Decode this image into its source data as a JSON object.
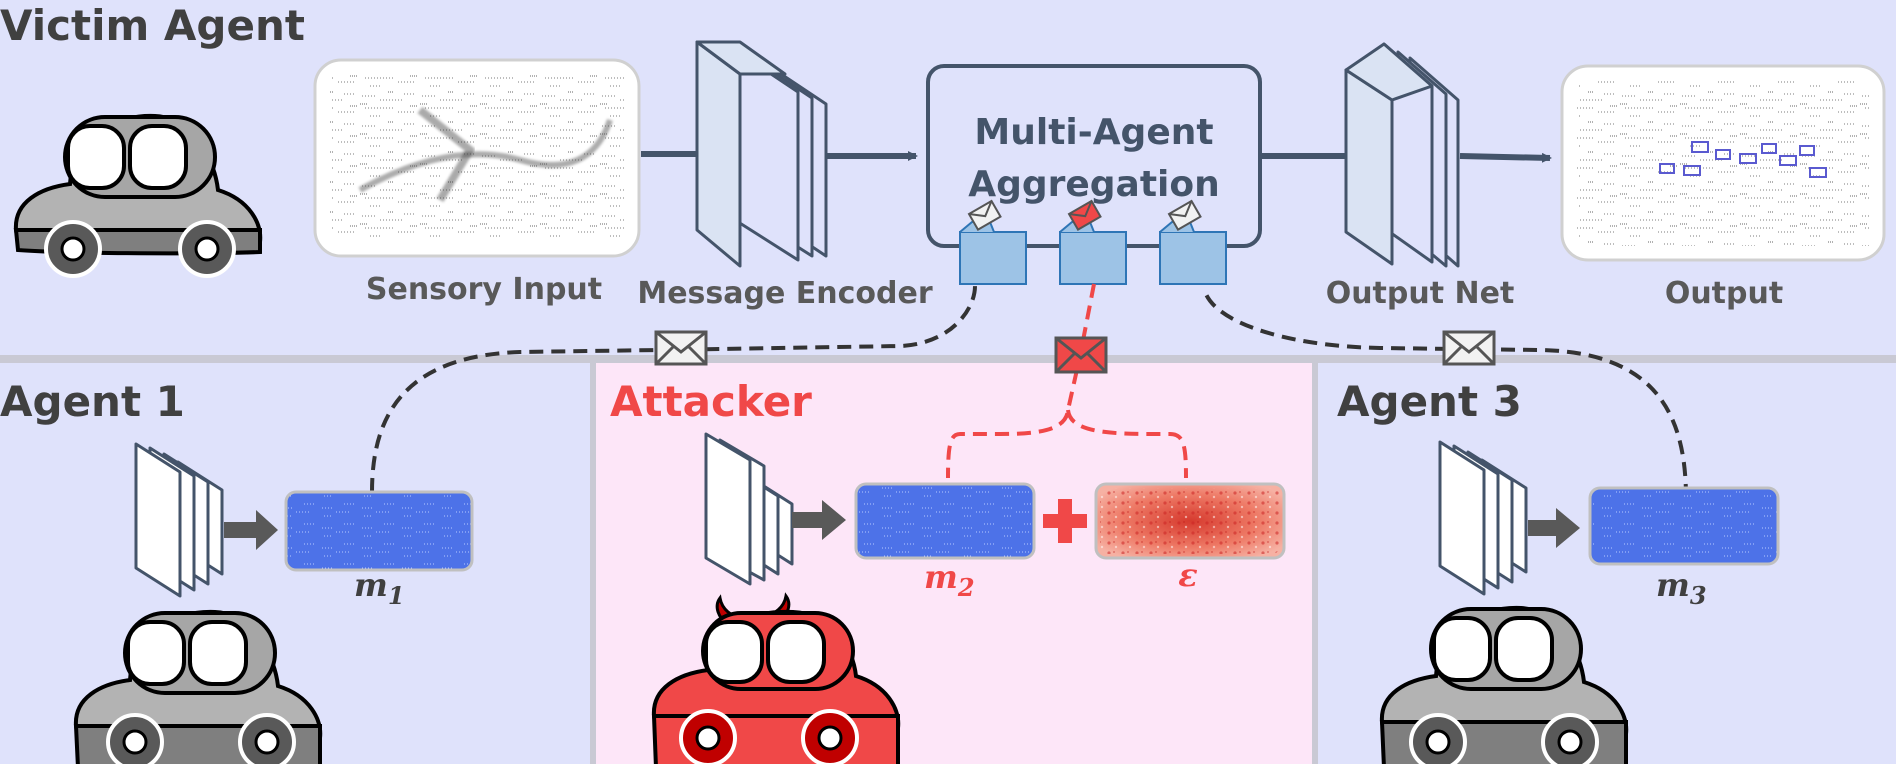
{
  "sections": {
    "victim": {
      "title": "Victim Agent"
    },
    "agent1": {
      "title": "Agent 1",
      "message_symbol": "m",
      "message_sub": "1"
    },
    "attacker": {
      "title": "Attacker",
      "message_symbol": "m",
      "message_sub": "2",
      "perturbation_symbol": "ε",
      "plus": "+"
    },
    "agent3": {
      "title": "Agent 3",
      "message_symbol": "m",
      "message_sub": "3"
    }
  },
  "pipeline": {
    "sensory_input": "Sensory Input",
    "message_encoder": "Message Encoder",
    "aggregation_line1": "Multi-Agent",
    "aggregation_line2": "Aggregation",
    "output_net": "Output Net",
    "output": "Output"
  },
  "colors": {
    "panel_bg": "#dfe2fb",
    "attacker_bg": "#fde6f8",
    "divider": "#c9c9d4",
    "attack_red": "#f04848",
    "message_blue": "#4d72e8",
    "node_stroke": "#44546a",
    "folder_blue": "#9dc3e6"
  }
}
